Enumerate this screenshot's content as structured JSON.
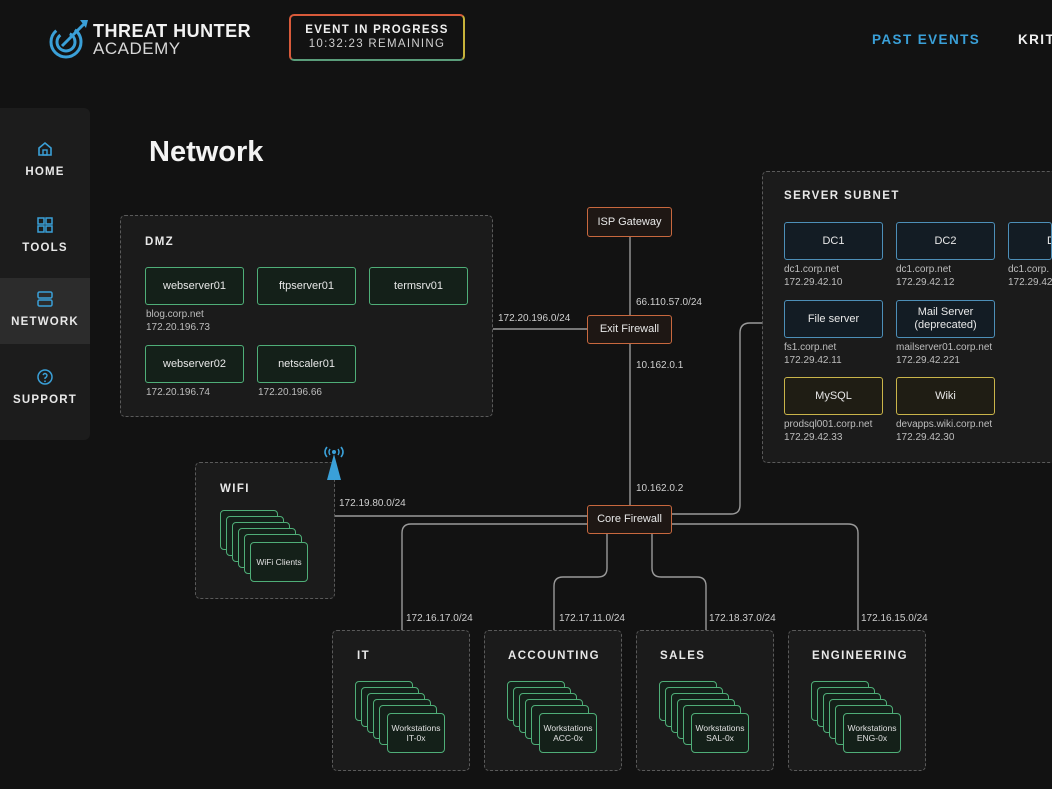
{
  "header": {
    "logo_line1": "THREAT HUNTER",
    "logo_line2": "ACADEMY",
    "event_status": "EVENT IN PROGRESS",
    "event_remaining": "10:32:23 REMAINING",
    "nav_past_events": "PAST EVENTS",
    "nav_user": "KRIT",
    "accent_color": "#3aa0d8"
  },
  "sidebar": {
    "items": [
      {
        "label": "HOME",
        "icon": "home-icon"
      },
      {
        "label": "TOOLS",
        "icon": "grid-icon"
      },
      {
        "label": "NETWORK",
        "icon": "server-stack-icon"
      },
      {
        "label": "SUPPORT",
        "icon": "help-circle-icon"
      }
    ],
    "active": "NETWORK"
  },
  "page": {
    "title": "Network"
  },
  "diagram": {
    "dmz": {
      "title": "DMZ",
      "nodes": [
        {
          "label": "webserver01",
          "host": "blog.corp.net",
          "ip": "172.20.196.73"
        },
        {
          "label": "ftpserver01"
        },
        {
          "label": "termsrv01"
        },
        {
          "label": "webserver02",
          "ip": "172.20.196.74"
        },
        {
          "label": "netscaler01",
          "ip": "172.20.196.66"
        }
      ],
      "subnet": "172.20.196.0/24"
    },
    "isp_gateway": "ISP Gateway",
    "exit_firewall": "Exit Firewall",
    "core_firewall": "Core Firewall",
    "isp_subnet": "66.110.57.0/24",
    "exit_ip": "10.162.0.1",
    "core_ip": "10.162.0.2",
    "server_subnet": {
      "title": "SERVER SUBNET",
      "nodes": [
        {
          "label": "DC1",
          "host": "dc1.corp.net",
          "ip": "172.29.42.10"
        },
        {
          "label": "DC2",
          "host": "dc1.corp.net",
          "ip": "172.29.42.12"
        },
        {
          "label": "D",
          "host": "dc1.corp.",
          "ip": "172.29.42."
        },
        {
          "label": "File server",
          "host": "fs1.corp.net",
          "ip": "172.29.42.11"
        },
        {
          "label": "Mail Server\n(deprecated)",
          "host": "mailserver01.corp.net",
          "ip": "172.29.42.221"
        },
        {
          "label": "MySQL",
          "host": "prodsql001.corp.net",
          "ip": "172.29.42.33"
        },
        {
          "label": "Wiki",
          "host": "devapps.wiki.corp.net",
          "ip": "172.29.42.30"
        }
      ]
    },
    "wifi": {
      "title": "WIFI",
      "clients": "WiFi Clients",
      "subnet": "172.19.80.0/24"
    },
    "segments": [
      {
        "title": "IT",
        "subnet": "172.16.17.0/24",
        "line1": "Workstations",
        "line2": "IT-0x"
      },
      {
        "title": "ACCOUNTING",
        "subnet": "172.17.11.0/24",
        "line1": "Workstations",
        "line2": "ACC-0x"
      },
      {
        "title": "SALES",
        "subnet": "172.18.37.0/24",
        "line1": "Workstations",
        "line2": "SAL-0x"
      },
      {
        "title": "ENGINEERING",
        "subnet": "172.16.15.0/24",
        "line1": "Workstations",
        "line2": "ENG-0x"
      }
    ]
  }
}
